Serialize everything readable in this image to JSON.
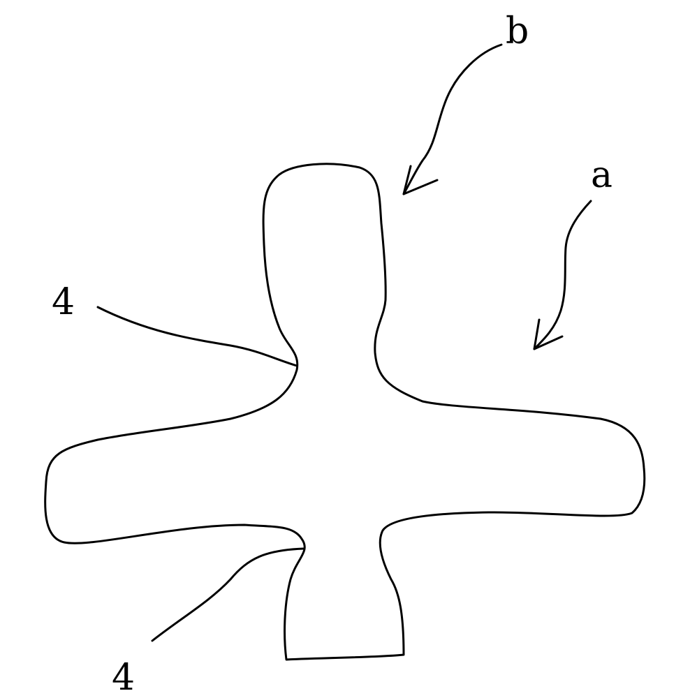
{
  "labels": {
    "a": "a",
    "b": "b",
    "part_left": "4",
    "part_bottom": "4"
  },
  "style": {
    "stroke_color": "#000000",
    "background": "#ffffff"
  }
}
